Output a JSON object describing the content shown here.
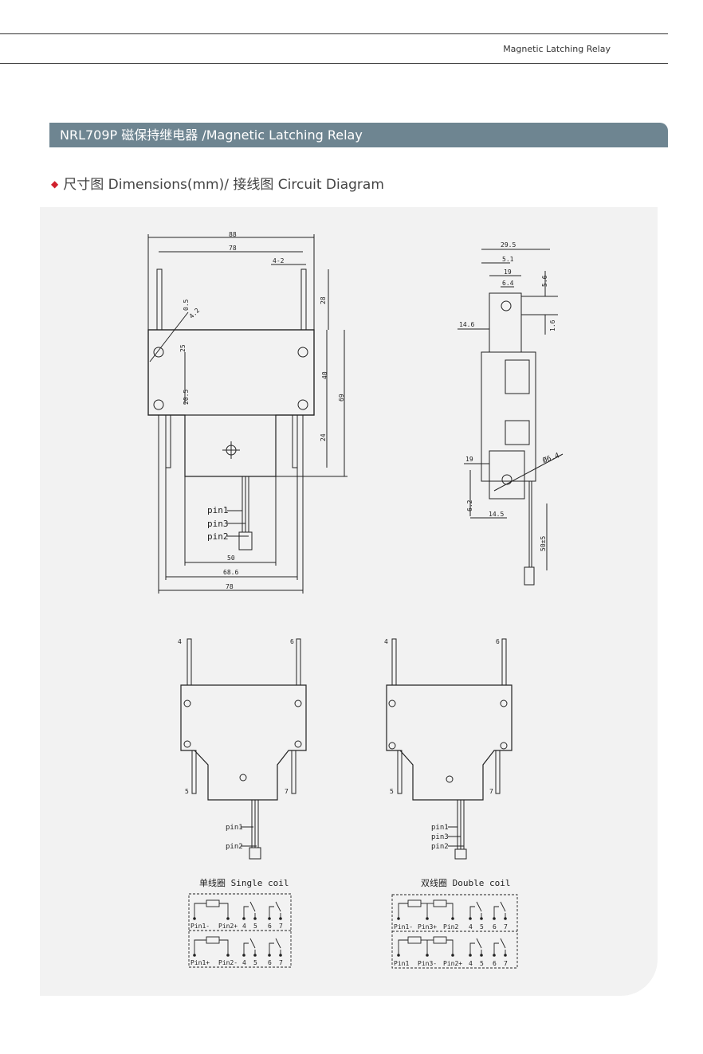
{
  "header": {
    "running_title": "Magnetic Latching Relay"
  },
  "section": {
    "title": "NRL709P 磁保持继电器 /Magnetic Latching Relay",
    "subtitle": "尺寸图 Dimensions(mm)/ 接线图 Circuit Diagram"
  },
  "front_view": {
    "dims": [
      "88",
      "78",
      "4-2",
      "28",
      "0.5",
      "4.2",
      "25",
      "20.5",
      "40",
      "69",
      "24",
      "50",
      "68.6",
      "78"
    ],
    "pins": [
      "pin1",
      "pin3",
      "pin2"
    ]
  },
  "side_view": {
    "dims": [
      "29.5",
      "5.1",
      "19",
      "6.4",
      "5.6",
      "1.6",
      "14.6",
      "19",
      "Ø6.4",
      "6.2",
      "14.5",
      "50±5"
    ]
  },
  "single_coil": {
    "title": "单线圈 Single coil",
    "pins_left": [
      "5",
      "7"
    ],
    "pins_top": [
      "4",
      "6"
    ],
    "wires": [
      "pin1",
      "pin2"
    ],
    "row1": [
      "Pin1-",
      "Pin2+",
      "4",
      "5",
      "6",
      "7"
    ],
    "row2": [
      "Pin1+",
      "Pin2-",
      "4",
      "5",
      "6",
      "7"
    ]
  },
  "double_coil": {
    "title": "双线圈 Double coil",
    "pins_left": [
      "5",
      "7"
    ],
    "pins_top": [
      "4",
      "6"
    ],
    "wires": [
      "pin1",
      "pin3",
      "pin2"
    ],
    "row1": [
      "Pin1-",
      "Pin3+",
      "Pin2",
      "4",
      "5",
      "6",
      "7"
    ],
    "row2": [
      "Pin1",
      "Pin3-",
      "Pin2+",
      "4",
      "5",
      "6",
      "7"
    ]
  }
}
